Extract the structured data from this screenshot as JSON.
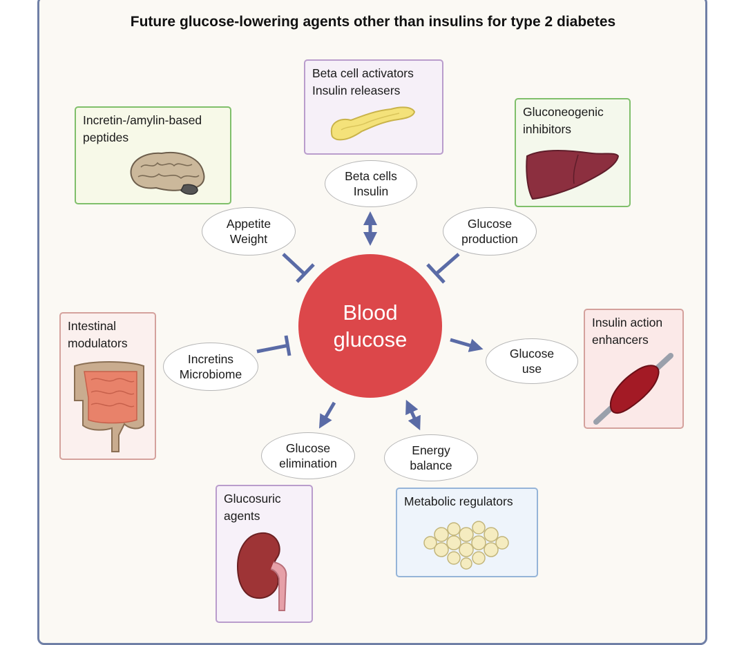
{
  "title": "Future glucose-lowering agents other than insulins for type 2 diabetes",
  "center": {
    "line1": "Blood",
    "line2": "glucose"
  },
  "boxes": {
    "incretin": {
      "line1": "Incretin-/amylin-based",
      "line2": "peptides",
      "organ": "brain"
    },
    "beta": {
      "line1": "Beta cell activators",
      "line2": "Insulin releasers",
      "organ": "pancreas"
    },
    "gluconeo": {
      "line1": "Gluconeogenic",
      "line2": "inhibitors",
      "organ": "liver"
    },
    "intestinal": {
      "line1": "Intestinal",
      "line2": "modulators",
      "organ": "intestine"
    },
    "insulin_action": {
      "line1": "Insulin action",
      "line2": "enhancers",
      "organ": "muscle"
    },
    "glucosuric": {
      "line1": "Glucosuric",
      "line2": "agents",
      "organ": "kidney"
    },
    "metabolic": {
      "line1": "Metabolic regulators",
      "organ": "adipose-tissue"
    }
  },
  "ellipses": {
    "appetite": {
      "line1": "Appetite",
      "line2": "Weight"
    },
    "beta_cells": {
      "line1": "Beta cells",
      "line2": "Insulin"
    },
    "glucose_production": {
      "line1": "Glucose",
      "line2": "production"
    },
    "incretins": {
      "line1": "Incretins",
      "line2": "Microbiome"
    },
    "glucose_use": {
      "line1": "Glucose",
      "line2": "use"
    },
    "glucose_elimination": {
      "line1": "Glucose",
      "line2": "elimination"
    },
    "energy_balance": {
      "line1": "Energy",
      "line2": "balance"
    }
  },
  "colors": {
    "frame": "#6f7fa6",
    "arrow": "#5a6ba6",
    "center": "#dc474a",
    "green_border": "#7fbf6a",
    "purple_border": "#b99ccc",
    "red_border": "#d4a19c",
    "blue_border": "#95b4d8"
  }
}
